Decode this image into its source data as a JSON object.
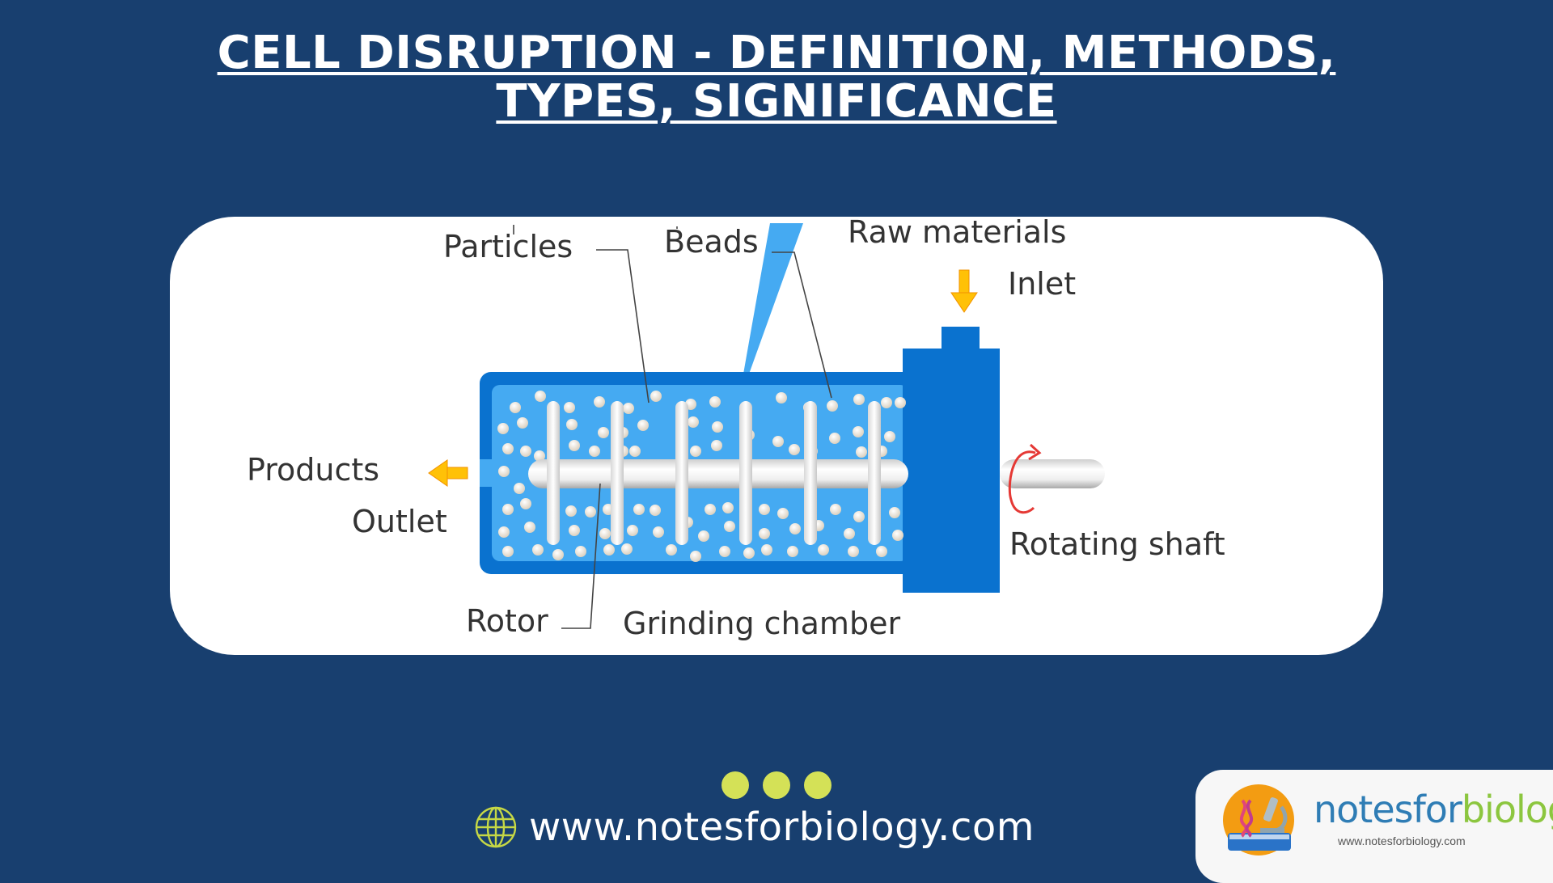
{
  "title": {
    "line1": "CELL DISRUPTION - DEFINITION, METHODS,",
    "line2": "TYPES, SIGNIFICANCE"
  },
  "diagram": {
    "labels": {
      "particles": "Particles",
      "beads": "Beads",
      "raw_materials": "Raw materials",
      "inlet": "Inlet",
      "products": "Products",
      "outlet": "Outlet",
      "rotating_shaft": "Rotating shaft",
      "rotor": "Rotor",
      "grinding_chamber": "Grinding chamber"
    },
    "colors": {
      "chamber_outer": "#0a72cf",
      "chamber_inner": "#45aaf2",
      "bead": "#f1ece4",
      "arrow": "#ffc107",
      "rotation_arrow": "#e53935",
      "shaft": "#e6e6e6"
    }
  },
  "footer": {
    "website": "www.notesforbiology.com",
    "dot_color": "#d4e157",
    "globe_icon": "globe-icon"
  },
  "logo": {
    "brand_part1": "notesfor",
    "brand_part2": "biology",
    "url": "www.notesforbiology.com"
  }
}
